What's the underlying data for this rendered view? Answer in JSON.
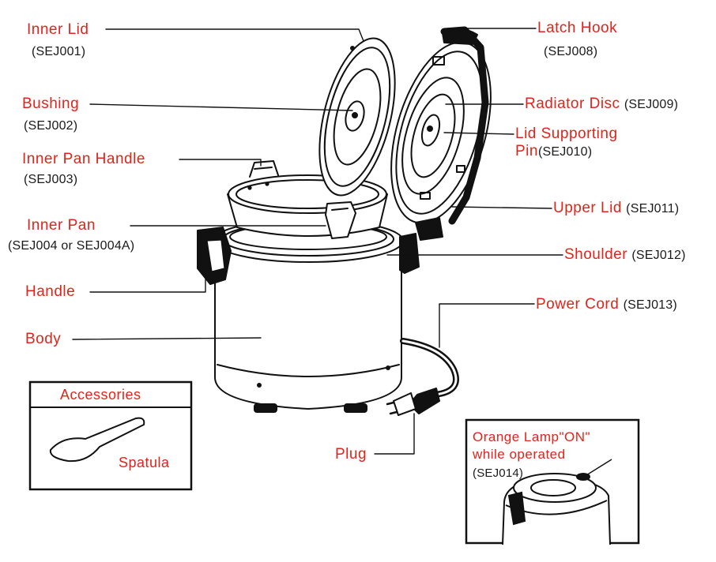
{
  "colors": {
    "label": "#e2231a",
    "code": "#1a1a1a",
    "line": "#111111",
    "background": "#ffffff"
  },
  "parts": [
    {
      "id": "inner-lid",
      "name": "Inner Lid",
      "code": "(SEJ001)"
    },
    {
      "id": "bushing",
      "name": "Bushing",
      "code": "(SEJ002)"
    },
    {
      "id": "inner-pan-handle",
      "name": "Inner Pan Handle",
      "code": "(SEJ003)"
    },
    {
      "id": "inner-pan",
      "name": "Inner Pan",
      "code": "(SEJ004 or SEJ004A)"
    },
    {
      "id": "handle",
      "name": "Handle"
    },
    {
      "id": "body",
      "name": "Body"
    },
    {
      "id": "latch-hook",
      "name": "Latch Hook",
      "code": "(SEJ008)"
    },
    {
      "id": "radiator-disc",
      "name": "Radiator Disc",
      "code": "(SEJ009)"
    },
    {
      "id": "lid-supporting-pin",
      "name_line1": "Lid Supporting",
      "name_line2": "Pin",
      "code": "(SEJ010)"
    },
    {
      "id": "upper-lid",
      "name": "Upper Lid",
      "code": "(SEJ011)"
    },
    {
      "id": "shoulder",
      "name": "Shoulder",
      "code": "(SEJ012)"
    },
    {
      "id": "power-cord",
      "name": "Power Cord",
      "code": "(SEJ013)"
    },
    {
      "id": "plug",
      "name": "Plug"
    }
  ],
  "accessories": {
    "title": "Accessories",
    "item": "Spatula"
  },
  "lamp_inset": {
    "line1": "Orange Lamp\"ON\"",
    "line2": "while operated",
    "code": "(SEJ014)"
  }
}
